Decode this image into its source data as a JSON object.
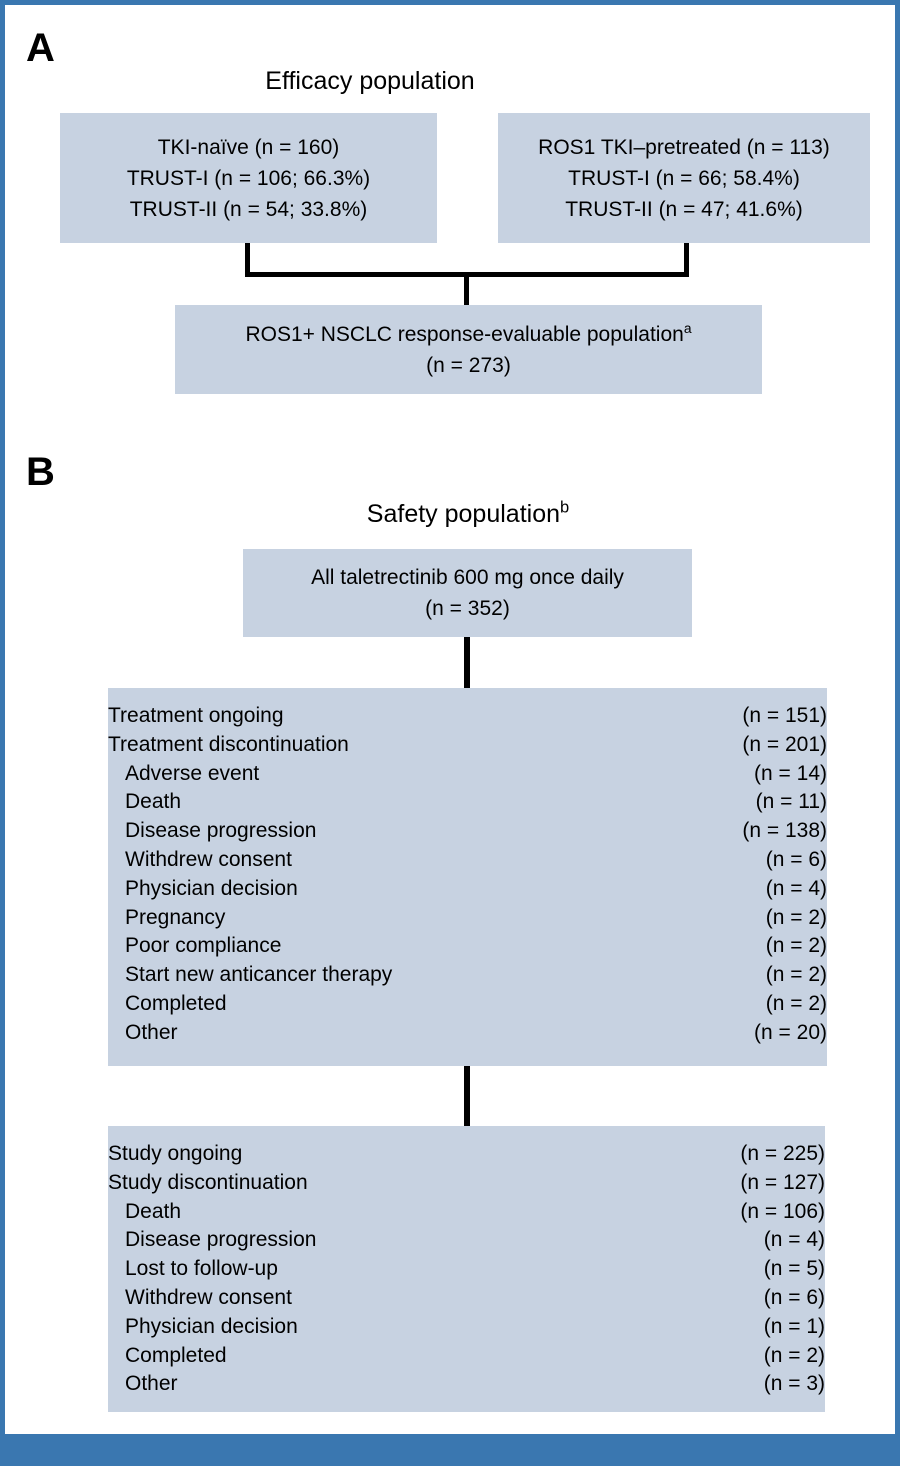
{
  "figure": {
    "frame_color": "#3a77b0",
    "box_fill": "#c7d2e1",
    "connector_color": "#000000"
  },
  "panel_a": {
    "letter": "A",
    "title": "Efficacy population",
    "left_box": {
      "lines": [
        "TKI-naïve (n = 160)",
        "TRUST-I (n = 106; 66.3%)",
        "TRUST-II (n = 54; 33.8%)"
      ]
    },
    "right_box": {
      "lines": [
        "ROS1 TKI–pretreated (n = 113)",
        "TRUST-I (n = 66; 58.4%)",
        "TRUST-II (n = 47; 41.6%)"
      ]
    },
    "pooled_box": {
      "line1_text": "ROS1+ NSCLC response-evaluable population",
      "line1_superscript": "a",
      "line2": "(n = 273)"
    }
  },
  "panel_b": {
    "letter": "B",
    "title_text": "Safety population",
    "title_superscript": "b",
    "top_box": {
      "line1": "All taletrectinib 600 mg once daily",
      "line2": "(n = 352)"
    },
    "treatment_box": {
      "rows": [
        {
          "label": "Treatment ongoing",
          "value": "(n = 151)",
          "indent": false
        },
        {
          "label": "Treatment discontinuation",
          "value": "(n = 201)",
          "indent": false
        },
        {
          "label": "Adverse event",
          "value": "(n = 14)",
          "indent": true
        },
        {
          "label": "Death",
          "value": "(n = 11)",
          "indent": true
        },
        {
          "label": "Disease progression",
          "value": "(n = 138)",
          "indent": true
        },
        {
          "label": "Withdrew consent",
          "value": "(n = 6)",
          "indent": true
        },
        {
          "label": "Physician decision",
          "value": "(n = 4)",
          "indent": true
        },
        {
          "label": "Pregnancy",
          "value": "(n = 2)",
          "indent": true
        },
        {
          "label": "Poor compliance",
          "value": "(n = 2)",
          "indent": true
        },
        {
          "label": "Start new anticancer therapy",
          "value": "(n = 2)",
          "indent": true
        },
        {
          "label": "Completed",
          "value": "(n = 2)",
          "indent": true
        },
        {
          "label": "Other",
          "value": "(n = 20)",
          "indent": true
        }
      ]
    },
    "study_box": {
      "rows": [
        {
          "label": "Study ongoing",
          "value": "(n = 225)",
          "indent": false
        },
        {
          "label": "Study discontinuation",
          "value": "(n = 127)",
          "indent": false
        },
        {
          "label": "Death",
          "value": "(n = 106)",
          "indent": true
        },
        {
          "label": "Disease progression",
          "value": "(n = 4)",
          "indent": true
        },
        {
          "label": "Lost to follow-up",
          "value": "(n = 5)",
          "indent": true
        },
        {
          "label": "Withdrew consent",
          "value": "(n = 6)",
          "indent": true
        },
        {
          "label": "Physician decision",
          "value": "(n = 1)",
          "indent": true
        },
        {
          "label": "Completed",
          "value": "(n = 2)",
          "indent": true
        },
        {
          "label": "Other",
          "value": "(n = 3)",
          "indent": true
        }
      ]
    }
  }
}
